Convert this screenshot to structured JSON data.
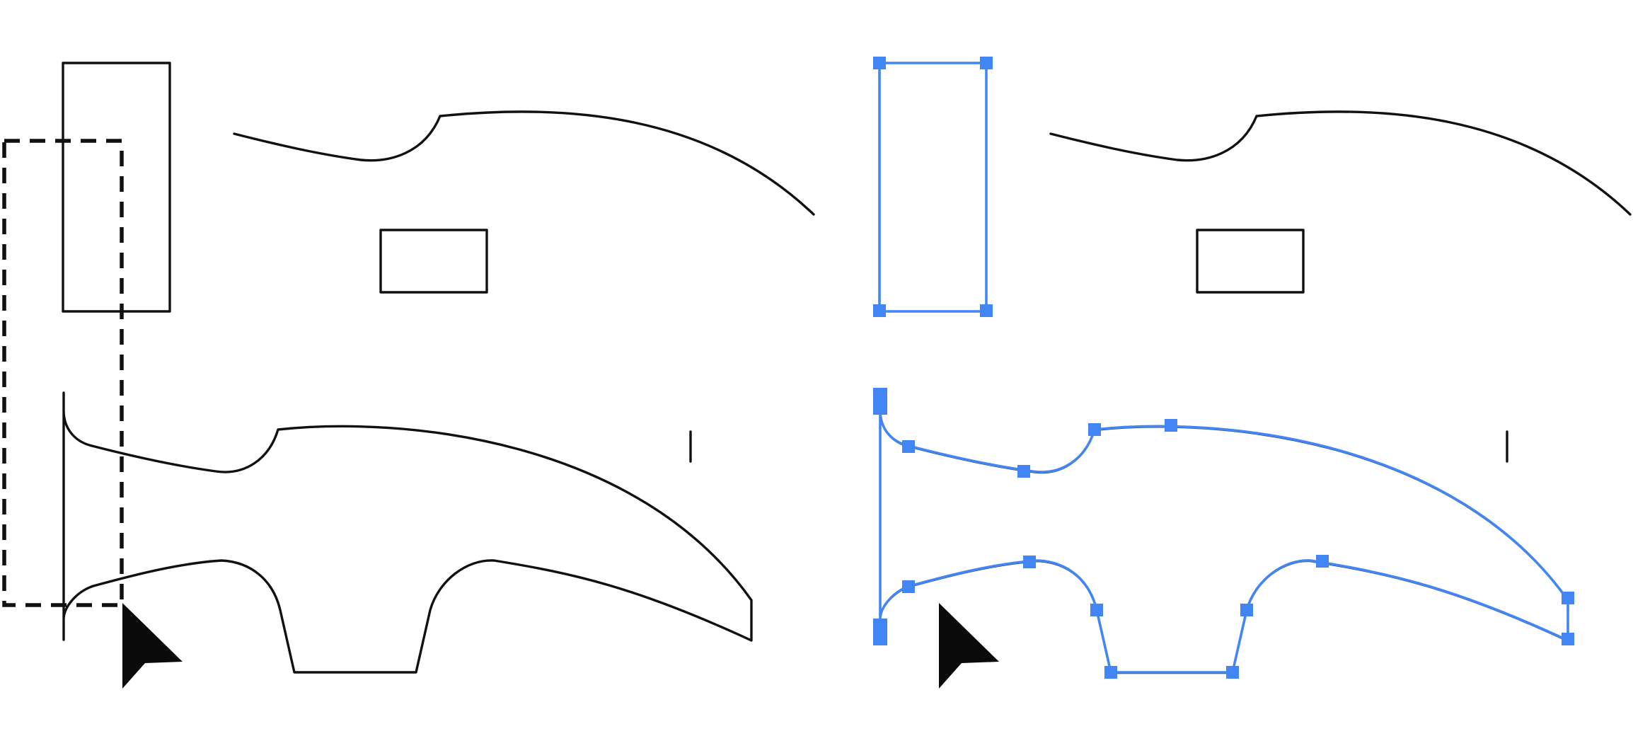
{
  "panels": [
    {
      "id": "before",
      "state": "marquee-drag-in-progress",
      "tool": "direct-selection-arrow-cursor"
    },
    {
      "id": "after",
      "state": "anchor-points-selected",
      "tool": "direct-selection-arrow-cursor"
    }
  ],
  "colors": {
    "background": "#ffffff",
    "stroke": "#111111",
    "selection": "#4285f4"
  },
  "icons": {
    "cursor": "arrow-cursor-icon"
  }
}
